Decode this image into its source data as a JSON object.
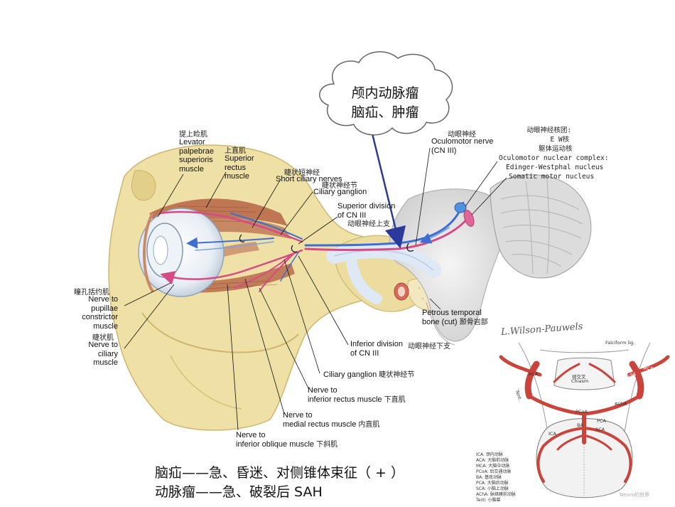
{
  "cloud": {
    "line1": "颅内动脉瘤",
    "line2": "脑疝、肿瘤"
  },
  "labels": {
    "levator_cn": "提上睑肌",
    "levator_en": [
      "Levator",
      "palpebrae",
      "superioris",
      "muscle"
    ],
    "superior_rectus_cn": "上直肌",
    "superior_rectus_en": [
      "Superior",
      "rectus",
      "muscle"
    ],
    "short_ciliary_cn": "睫状短神经",
    "short_ciliary_en": "Short ciliary nerves",
    "ciliary_ganglion_cn": "睫状神经节",
    "ciliary_ganglion_en": "Ciliary ganglion",
    "superior_division_en": [
      "Superior division",
      "of CN III"
    ],
    "superior_division_cn": "动眼神经上支",
    "oculomotor_cn": "动眼神经",
    "oculomotor_en": [
      "Oculomotor nerve",
      "(CN III)"
    ],
    "nucleus_cn": [
      "动眼神经核团:",
      "E W核",
      "躯体运动核"
    ],
    "nucleus_en": [
      "Oculomotor nuclear complex:",
      "Edinger-Westphal nucleus",
      "Somatic motor nucleus"
    ],
    "pupillae_cn": "瞳孔括约肌",
    "pupillae_en": [
      "Nerve to",
      "pupillae",
      "constrictor",
      "muscle"
    ],
    "ciliary_muscle_cn": "睫状肌",
    "ciliary_muscle_en": [
      "Nerve to",
      "ciliary",
      "muscle"
    ],
    "petrous_en": [
      "Petrous temporal",
      "bone (cut)"
    ],
    "petrous_cn": "颞骨岩部",
    "inferior_division_en": [
      "Inferior division",
      "of CN III"
    ],
    "inferior_division_cn": "动眼神经下支",
    "ciliary_ganglion2_en": "Ciliary ganglion",
    "ciliary_ganglion2_cn": "睫状神经节",
    "inferior_rectus_en": [
      "Nerve to",
      "inferior rectus muscle"
    ],
    "inferior_rectus_cn": "下直肌",
    "medial_rectus_en": [
      "Nerve to",
      "medial rectus muscle"
    ],
    "medial_rectus_cn": "内直肌",
    "inferior_oblique_en": [
      "Nerve to",
      "inferior oblique muscle"
    ],
    "inferior_oblique_cn": "下斜肌",
    "signature": "L.Wilson-Pauwels"
  },
  "inset": {
    "chiasm_cn": "视交叉",
    "chiasm_en": "Chiasm",
    "falciform": "Falciform lig.",
    "tent": "Tent.",
    "aca": "ACA",
    "pcoa": "PCoA",
    "mca": "MCA",
    "acha": "AChA",
    "ba": "BA",
    "sca": "SCA",
    "pca": "PCA",
    "ica_left": "ICA",
    "pcoa_right": "PCoA",
    "legend": [
      "ICA: 颈内动脉",
      "ACA: 大脑前动脉",
      "MCA: 大脑中动脉",
      "PCoA: 后交通动脉",
      "BA: 基底动脉",
      "PCA: 大脑后动脉",
      "SCA: 小脑上动脉",
      "AChA: 脉络膜前动脉",
      "Tent: 小脑幕"
    ],
    "watermark": "Neuro的世界"
  },
  "caption": {
    "line1": "脑疝——急、昏迷、对侧锥体束征（ + ）",
    "line2": "动脉瘤——急、破裂后 SAH"
  },
  "colors": {
    "bone": "#efe0a6",
    "bone_dark": "#d9c47c",
    "muscle": "#b86a4a",
    "nerve_blue": "#3e6fd0",
    "nerve_pink": "#d84a86",
    "arrow": "#2b3a9a",
    "artery": "#c9443b"
  }
}
